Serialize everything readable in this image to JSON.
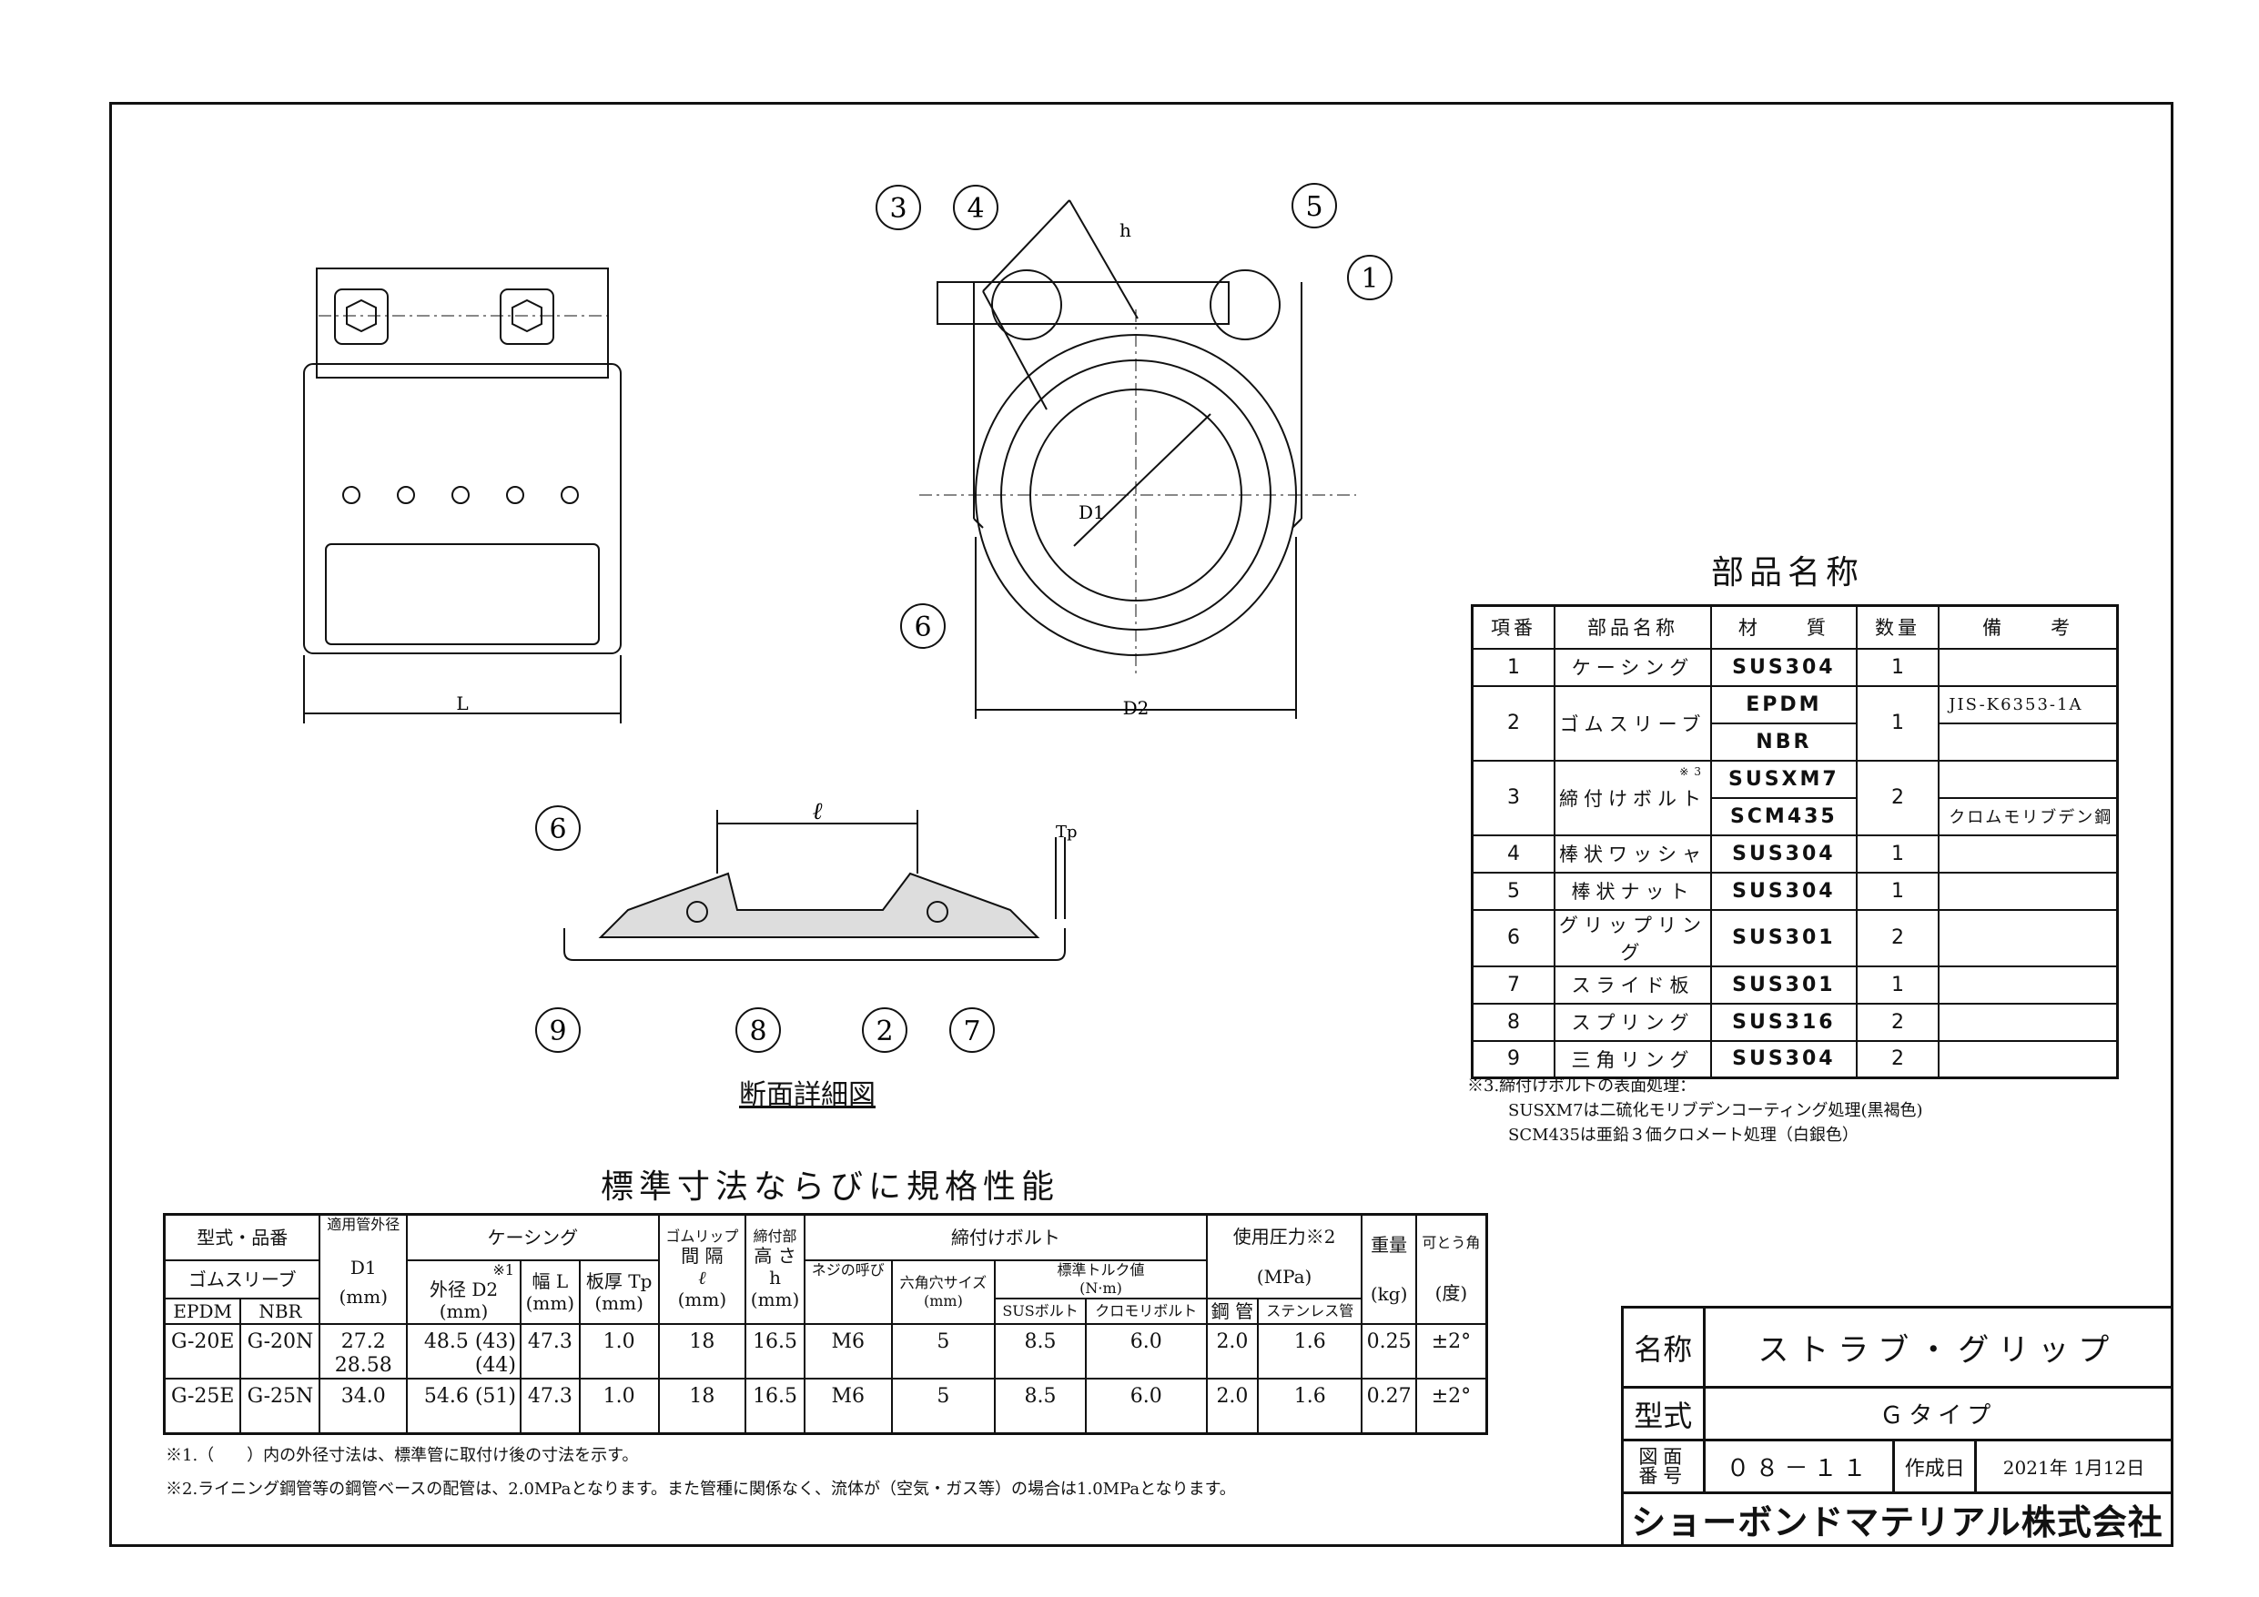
{
  "drawings": {
    "front_dim": "L",
    "side_dim": "D2",
    "side_labels": {
      "h": "h",
      "d1": "D1"
    },
    "balloons_side": [
      "3",
      "4",
      "5",
      "1",
      "6"
    ],
    "section_balloons": [
      "6",
      "9",
      "8",
      "2",
      "7"
    ],
    "section_dims": {
      "l": "ℓ",
      "tp": "Tp"
    },
    "section_title": "断面詳細図"
  },
  "parts": {
    "title": "部品名称",
    "headers": [
      "項番",
      "部品名称",
      "材　　質",
      "数量",
      "備　　考"
    ],
    "rows": [
      {
        "no": "1",
        "name": "ケーシング",
        "mat": [
          "SUS304"
        ],
        "qty": "1",
        "remarks": [
          ""
        ]
      },
      {
        "no": "2",
        "name": "ゴムスリーブ",
        "mat": [
          "EPDM",
          "NBR"
        ],
        "qty": "1",
        "remarks": [
          "JIS-K6353-1A",
          ""
        ]
      },
      {
        "no": "3",
        "name": "締付けボルト",
        "sup": "※3",
        "mat": [
          "SUSXM7",
          "SCM435"
        ],
        "qty": "2",
        "remarks": [
          "",
          "クロムモリブデン鋼"
        ]
      },
      {
        "no": "4",
        "name": "棒状ワッシャ",
        "mat": [
          "SUS304"
        ],
        "qty": "1",
        "remarks": [
          ""
        ]
      },
      {
        "no": "5",
        "name": "棒状ナット",
        "mat": [
          "SUS304"
        ],
        "qty": "1",
        "remarks": [
          ""
        ]
      },
      {
        "no": "6",
        "name": "グリップリング",
        "mat": [
          "SUS301"
        ],
        "qty": "2",
        "remarks": [
          ""
        ]
      },
      {
        "no": "7",
        "name": "スライド板",
        "mat": [
          "SUS301"
        ],
        "qty": "1",
        "remarks": [
          ""
        ]
      },
      {
        "no": "8",
        "name": "スプリング",
        "mat": [
          "SUS316"
        ],
        "qty": "2",
        "remarks": [
          ""
        ]
      },
      {
        "no": "9",
        "name": "三角リング",
        "mat": [
          "SUS304"
        ],
        "qty": "2",
        "remarks": [
          ""
        ]
      }
    ],
    "notes": [
      "※3.締付けボルトの表面処理：",
      "SUSXM7は二硫化モリブデンコーティング処理(黒褐色)",
      "SCM435は亜鉛３価クロメート処理（白銀色）"
    ]
  },
  "spec": {
    "title": "標準寸法ならびに規格性能",
    "h": {
      "model": "型式・品番",
      "sleeve": "ゴムスリーブ",
      "epdm": "EPDM",
      "nbr": "NBR",
      "pipe": "適用管外径",
      "d1": "D1",
      "mm": "(mm)",
      "casing": "ケーシング",
      "n1": "※1",
      "d2": "外径 D2",
      "width": "幅 L",
      "thick": "板厚 Tp",
      "lip": "ゴムリップ",
      "lip2": "間 隔",
      "l": "ℓ",
      "tight": "締付部",
      "tight2": "高 さ",
      "h": "h",
      "bolt": "締付けボルト",
      "screw": "ネジの呼び",
      "hex": "六角穴サイズ",
      "torque": "標準トルク値",
      "nm": "(N·m)",
      "sus": "SUSボルト",
      "cro": "クロモリボルト",
      "press": "使用圧力※2",
      "mpa": "(MPa)",
      "steel": "鋼 管",
      "stain": "ステンレス管",
      "weight": "重量",
      "kg": "(kg)",
      "angle": "可とう角",
      "deg": "(度)"
    },
    "rows": [
      {
        "e": "G-20E",
        "n": "G-20N",
        "d1": "27.2",
        "d1b": "28.58",
        "d2": "48.5 (43)",
        "d2b": "(44)",
        "w": "47.3",
        "t": "1.0",
        "l": "18",
        "h": "16.5",
        "s": "M6",
        "hx": "5",
        "ts": "8.5",
        "tc": "6.0",
        "ps": "2.0",
        "pt": "1.6",
        "kg": "0.25",
        "a": "±2°"
      },
      {
        "e": "G-25E",
        "n": "G-25N",
        "d1": "34.0",
        "d1b": "",
        "d2": "54.6 (51)",
        "d2b": "",
        "w": "47.3",
        "t": "1.0",
        "l": "18",
        "h": "16.5",
        "s": "M6",
        "hx": "5",
        "ts": "8.5",
        "tc": "6.0",
        "ps": "2.0",
        "pt": "1.6",
        "kg": "0.27",
        "a": "±2°"
      }
    ],
    "notes": [
      "※1.（　　）内の外径寸法は、標準管に取付け後の寸法を示す。",
      "※2.ライニング鋼管等の鋼管ベースの配管は、2.0MPaとなります。また管種に関係なく、流体が（空気・ガス等）の場合は1.0MPaとなります。"
    ]
  },
  "titleblock": {
    "name_label": "名称",
    "name": "ストラブ・グリップ",
    "type_label": "型式",
    "type": "Ｇタイプ",
    "dwg_label1": "図面",
    "dwg_label2": "番号",
    "dwg_no": "０８－１１",
    "date_label": "作成日",
    "date": "2021年 1月12日",
    "company": "ショーボンドマテリアル株式会社"
  }
}
